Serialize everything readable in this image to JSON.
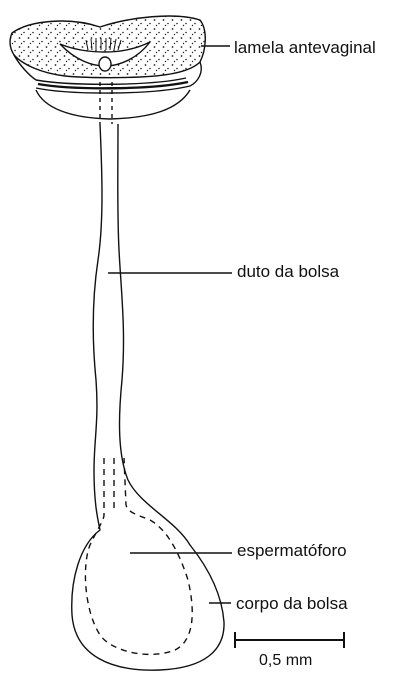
{
  "labels": {
    "lamela_antevaginal": "lamela antevaginal",
    "duto_da_bolsa": "duto da bolsa",
    "espermatoforo": "espermatóforo",
    "corpo_da_bolsa": "corpo da bolsa"
  },
  "scale_bar": {
    "label": "0,5 mm"
  },
  "colors": {
    "ink": "#111111",
    "background": "#ffffff"
  }
}
